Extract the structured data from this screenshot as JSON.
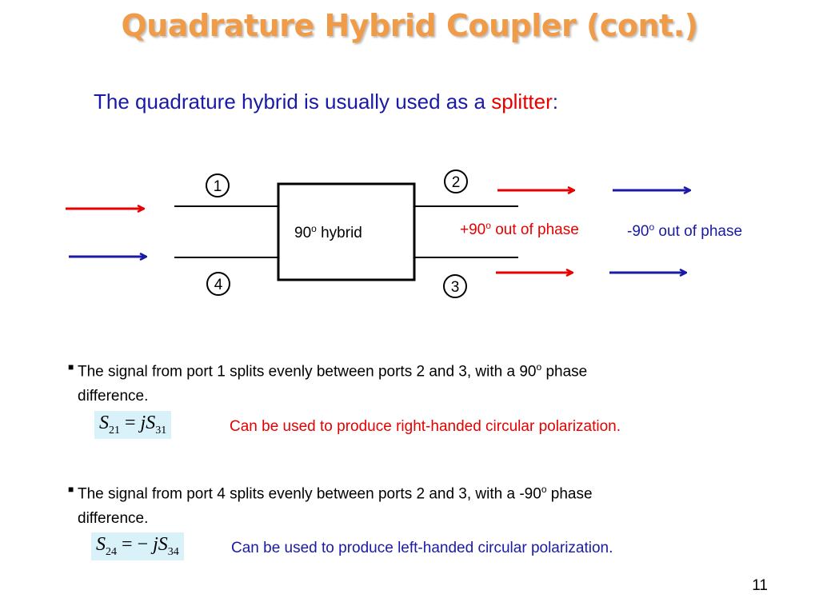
{
  "slide": {
    "title": "Quadrature Hybrid Coupler (cont.)",
    "subtitle_pre": "The quadrature hybrid is usually used as a ",
    "subtitle_em": "splitter",
    "subtitle_post": ":",
    "page_number": "11"
  },
  "diagram": {
    "port1": "1",
    "port2": "2",
    "port3": "3",
    "port4": "4",
    "hybrid_num": "90",
    "hybrid_sup": "o",
    "hybrid_word": " hybrid",
    "plus_num": "+90",
    "plus_sup": "o",
    "plus_word": " out of phase",
    "minus_num": "-90",
    "minus_sup": "o",
    "minus_word": " out of phase",
    "colors": {
      "red": "#e60000",
      "blue": "#1a1aa6"
    }
  },
  "bullets": [
    {
      "marker": "■",
      "line1_pre": "The signal from port 1 splits evenly between ports 2 and 3, with a 90",
      "line1_sup": "o",
      "line1_post": " phase",
      "line2": "difference.",
      "eq": {
        "lhs": "S",
        "lhs_sub": "21",
        "op": " = ",
        "rhs_pre": "jS",
        "rhs_sub": "31"
      },
      "note": "Can be used to produce right-handed circular polarization."
    },
    {
      "marker": "■",
      "line1_pre": "The signal from port 4 splits evenly between ports 2 and 3, with a -90",
      "line1_sup": "o",
      "line1_post": " phase",
      "line2": "difference.",
      "eq": {
        "lhs": "S",
        "lhs_sub": "24",
        "op": " = − ",
        "rhs_pre": "jS",
        "rhs_sub": "34"
      },
      "note": "Can be used to produce left-handed circular polarization."
    }
  ]
}
